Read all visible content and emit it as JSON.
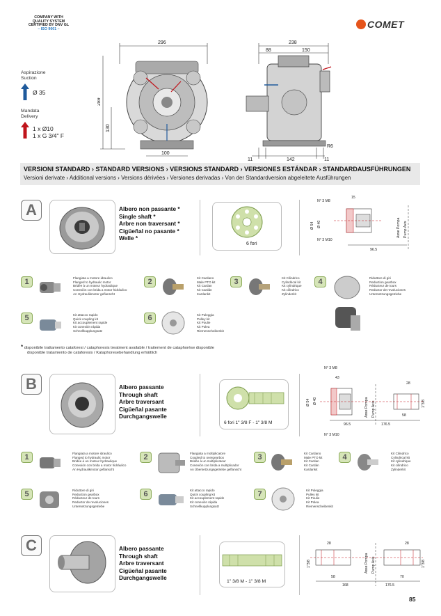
{
  "header": {
    "company_line1": "COMPANY WITH",
    "company_line2": "QUALITY SYSTEM",
    "company_line3": "CERTIFIED BY DNV GL",
    "iso": "– ISO 9001 –",
    "brand": "COMET"
  },
  "intake": {
    "suction_it": "Aspirazione",
    "suction_en": "Suction",
    "suction_dia": "Ø 35",
    "delivery_it": "Mandata",
    "delivery_en": "Delivery",
    "delivery_1": "1 x Ø10",
    "delivery_2": "1 x G 3/4\" F"
  },
  "top_dims": {
    "w296": "296",
    "w238": "238",
    "w88": "88",
    "w150": "150",
    "h289": "289",
    "h130": "130",
    "w100": "100",
    "d11a": "11",
    "d142": "142",
    "d11b": "11",
    "r6": "R6"
  },
  "versions_header": {
    "line1": "VERSIONI STANDARD › STANDARD VERSIONS › VERSIONS STANDARD › VERSIONES ESTÁNDAR › STANDARDAUSFÜHRUNGEN",
    "line2": "Versioni derivate › Additional versions › Versions dérivées › Versiones derivadas › Von der Standardversion abgeleitete Ausführungen"
  },
  "section_a": {
    "letter": "A",
    "names": [
      "Albero non passante *",
      "Single shaft *",
      "Arbre non traversant *",
      "Cigüeñal no pasante *",
      "Welle *"
    ],
    "holes": "6 fori",
    "dims": {
      "m8": "N° 3 M8",
      "m10": "N° 3 M10",
      "d15": "15",
      "d54": "Ø 54",
      "d40": "Ø 40",
      "d965": "96.5",
      "axis_it": "Asse Pompa",
      "axis_en": "Pump Axis"
    },
    "kits": [
      {
        "num": "1",
        "lines": [
          "Flangiata a motore idraulico",
          "Flanged to hydraulic motor",
          "Bridée à un moteur hydraulique",
          "Conexión con brida a motor hidráulico",
          "An Hydraulikmotor geflanscht"
        ]
      },
      {
        "num": "2",
        "lines": [
          "Kit Cardano",
          "Male PTO kit",
          "Kit Cardan",
          "Kit Cardán",
          "Kardankit"
        ]
      },
      {
        "num": "3",
        "lines": [
          "Kit Cilindrico",
          "Cylindrical kit",
          "Kit cylindrique",
          "Kit cilíndrico",
          "Zylinderkit"
        ]
      },
      {
        "num": "4",
        "lines": [
          "Riduttore di giri",
          "Reduction gearbox",
          "Réducteur de tours",
          "Reductor de revoluciones",
          "Untersetzungsgetriebe"
        ]
      },
      {
        "num": "5",
        "lines": [
          "Kit attacco rapido",
          "Quick coupling kit",
          "Kit accouplement rapide",
          "Kit conexión rápida",
          "Schnellkupplungsatz"
        ]
      },
      {
        "num": "6",
        "lines": [
          "Kit Puleggia",
          "Pulley kit",
          "Kit Poulie",
          "Kit Polea",
          "Riemenscheibenkit"
        ]
      }
    ],
    "footnote_star": "*",
    "footnote_1": "disponibile trattamento cataforesi / cataphoresis treatment available / traitement de cataphorèse disponible",
    "footnote_2": "disponible tratamiento de cataforesis / Kataphoresebehandlung erhältlich"
  },
  "section_b": {
    "letter": "B",
    "names": [
      "Albero passante",
      "Through shaft",
      "Arbre traversant",
      "Cigüeñal pasante",
      "Durchgangswelle"
    ],
    "holes": "6 fori 1\" 3/8 F - 1\" 3/8 M",
    "dims": {
      "m8": "N° 3 M8",
      "m10": "N° 3 M10",
      "d43": "43",
      "d28": "28",
      "d54": "Ø 54",
      "d40": "Ø 40",
      "d965": "96.5",
      "d1765": "176.5",
      "d58": "58",
      "d138": "1\"3/8",
      "axis_it": "Asse Pompa",
      "axis_en": "Pump Axis"
    },
    "kits": [
      {
        "num": "1",
        "lines": [
          "Flangiata a motore idraulico",
          "Flanged to hydraulic motor",
          "Bridée à un moteur hydraulique",
          "Conexión con brida a motor hidráulico",
          "An Hydraulikmotor geflanscht"
        ]
      },
      {
        "num": "2",
        "lines": [
          "Flangiata a moltiplicatore",
          "Coupled to overgearbox",
          "Bridée à un multiplicateur",
          "Conexión con brida a multiplicador",
          "An Übersetzungsgetriebe geflanscht"
        ]
      },
      {
        "num": "3",
        "lines": [
          "Kit Cardano",
          "Male PTO kit",
          "Kit Cardan",
          "Kit Cardán",
          "Kardankit"
        ]
      },
      {
        "num": "4",
        "lines": [
          "Kit Cilindrico",
          "Cylindrical kit",
          "Kit cylindrique",
          "Kit cilíndrico",
          "Zylinderkit"
        ]
      },
      {
        "num": "5",
        "lines": [
          "Riduttore di giri",
          "Reduction gearbox",
          "Réducteur de tours",
          "Reductor de revoluciones",
          "Untersetzungsgetriebe"
        ]
      },
      {
        "num": "6",
        "lines": [
          "Kit attacco rapido",
          "Quick coupling kit",
          "Kit accouplement rapide",
          "Kit conexión rápida",
          "Schnellkupplungsatz"
        ]
      },
      {
        "num": "7",
        "lines": [
          "Kit Puleggia",
          "Pulley kit",
          "Kit Poulie",
          "Kit Polea",
          "Riemenscheibenkit"
        ]
      }
    ]
  },
  "section_c": {
    "letter": "C",
    "names": [
      "Albero passante",
      "Through shaft",
      "Arbre traversant",
      "Cigüeñal pasante",
      "Durchgangswelle"
    ],
    "holes": "1\" 3/8 M - 1\" 3/8 M",
    "dims": {
      "d28a": "28",
      "d28b": "28",
      "d58": "58",
      "d70": "70",
      "d168": "168",
      "d1765": "176.5",
      "d138a": "1\"3/8",
      "d138b": "1\"3/8",
      "axis_it": "Asse Pompa",
      "axis_en": "Pump Axis"
    }
  },
  "page_number": "85",
  "colors": {
    "accent": "#e5541b",
    "section_bg": "#e9e9e9",
    "kit_green": "#d6e5b8",
    "suction_arrow": "#1f5a9c",
    "delivery_arrow": "#c0141b"
  }
}
